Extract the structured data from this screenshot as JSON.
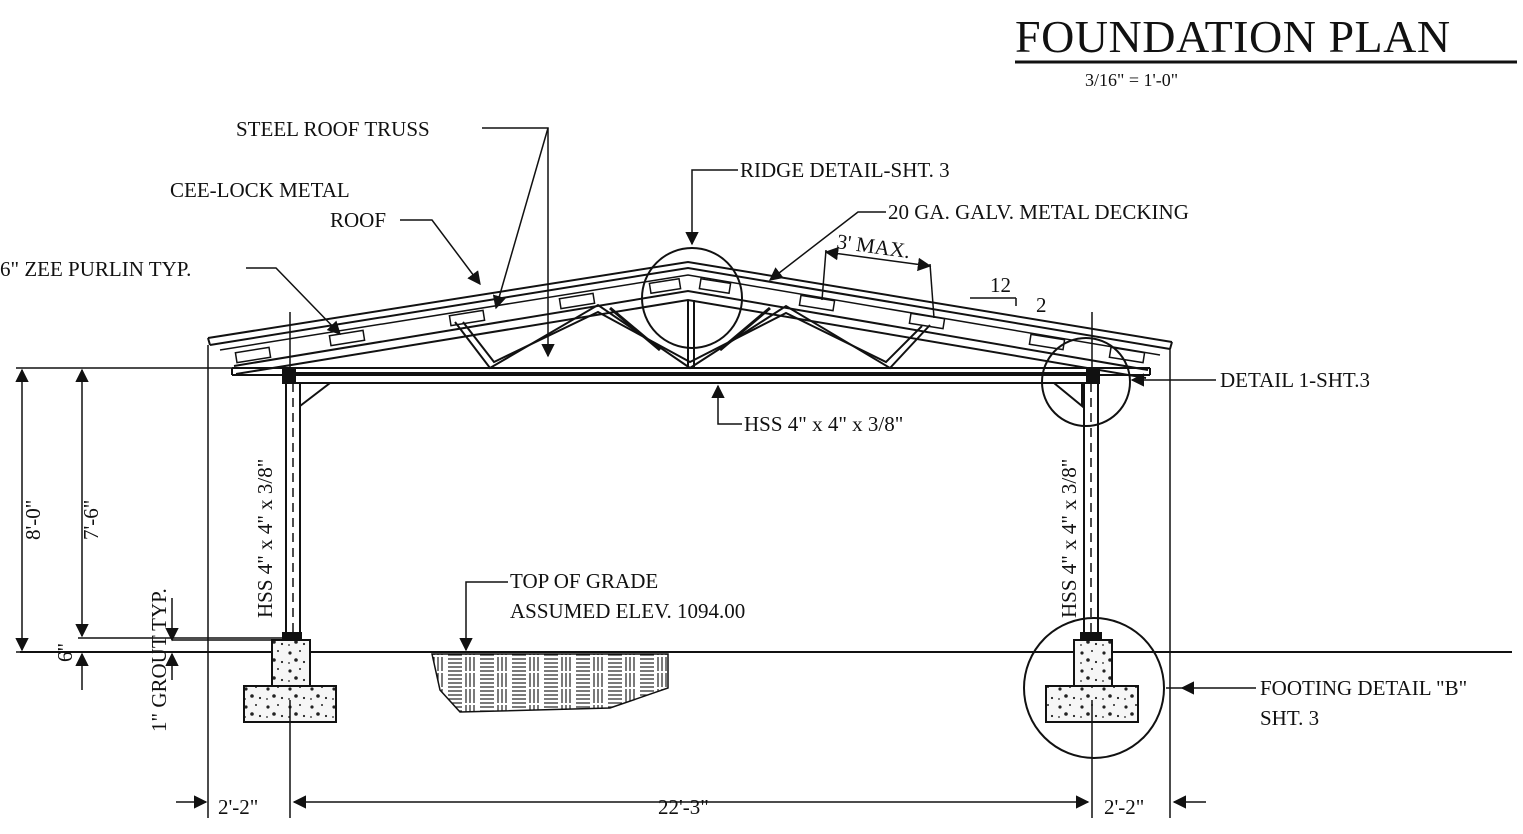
{
  "title": "FOUNDATION PLAN",
  "scale": "3/16\" = 1'-0\"",
  "labels": {
    "steel_roof_truss": "STEEL ROOF TRUSS",
    "cee_lock_1": "CEE-LOCK METAL",
    "cee_lock_2": "ROOF",
    "zee_purlin": "6\" ZEE PURLIN TYP.",
    "ridge_detail": "RIDGE DETAIL-SHT. 3",
    "metal_decking": "20 GA. GALV. METAL DECKING",
    "max_spacing": "3' MAX.",
    "slope_run": "12",
    "slope_rise": "2",
    "detail_1": "DETAIL 1-SHT.3",
    "hss_beam": "HSS 4\" x 4\" x 3/8\"",
    "hss_col_left": "HSS 4\" x 4\" x 3/8\"",
    "hss_col_right": "HSS 4\" x 4\" x 3/8\"",
    "grade_1": "TOP OF GRADE",
    "grade_2": "ASSUMED ELEV. 1094.00",
    "footing_1": "FOOTING DETAIL \"B\"",
    "footing_2": "SHT. 3",
    "grout": "1\" GROUT TYP."
  },
  "dimensions": {
    "height_outer": "8'-0\"",
    "height_inner": "7'-6\"",
    "six_inch": "6\"",
    "left_overhang": "2'-2\"",
    "span": "22'-3\"",
    "right_overhang": "2'-2\""
  }
}
